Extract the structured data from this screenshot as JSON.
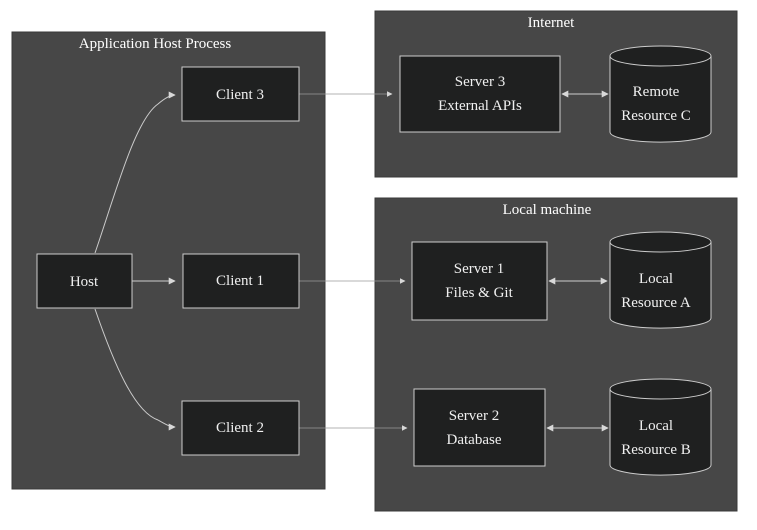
{
  "diagram": {
    "clusters": {
      "host_process": {
        "label": "Application Host Process"
      },
      "internet": {
        "label": "Internet"
      },
      "local_machine": {
        "label": "Local machine"
      }
    },
    "nodes": {
      "host": {
        "label": "Host"
      },
      "client1": {
        "label": "Client 1"
      },
      "client2": {
        "label": "Client 2"
      },
      "client3": {
        "label": "Client 3"
      },
      "server1": {
        "line1": "Server 1",
        "line2": "Files & Git"
      },
      "server2": {
        "line1": "Server 2",
        "line2": "Database"
      },
      "server3": {
        "line1": "Server 3",
        "line2": "External APIs"
      },
      "resource_a": {
        "line1": "Local",
        "line2": "Resource A"
      },
      "resource_b": {
        "line1": "Local",
        "line2": "Resource B"
      },
      "resource_c": {
        "line1": "Remote",
        "line2": "Resource C"
      }
    },
    "edges": [
      {
        "from": "Host",
        "to": "Client 1"
      },
      {
        "from": "Host",
        "to": "Client 2"
      },
      {
        "from": "Host",
        "to": "Client 3"
      },
      {
        "from": "Client 1",
        "to": "Server 1"
      },
      {
        "from": "Client 2",
        "to": "Server 2"
      },
      {
        "from": "Client 3",
        "to": "Server 3"
      },
      {
        "from": "Server 1",
        "to": "Local Resource A",
        "bidirectional": true
      },
      {
        "from": "Server 2",
        "to": "Local Resource B",
        "bidirectional": true
      },
      {
        "from": "Server 3",
        "to": "Remote Resource C",
        "bidirectional": true
      }
    ]
  },
  "colors": {
    "background": "#ffffff",
    "cluster_fill": "#474747",
    "node_fill": "#1f2020",
    "node_stroke": "#cccccc",
    "text": "#f0f0f0"
  }
}
